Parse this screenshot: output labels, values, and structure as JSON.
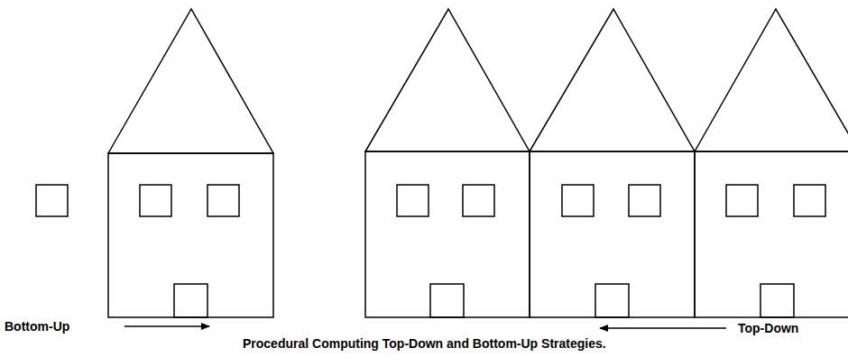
{
  "diagram": {
    "caption": "Procedural Computing Top-Down and Bottom-Up Strategies.",
    "labels": [
      "Bottom-Up",
      "Top-Down"
    ]
  }
}
